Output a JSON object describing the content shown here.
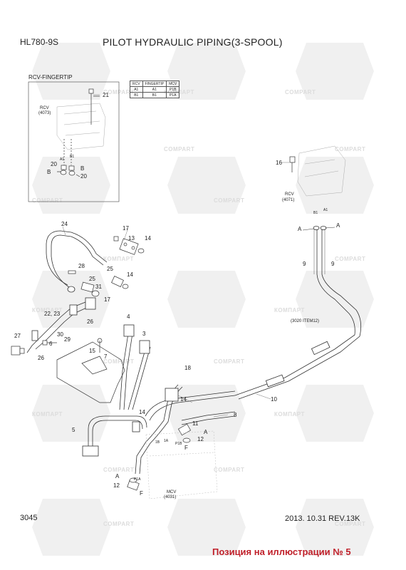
{
  "header": {
    "model": "HL780-9S",
    "title": "PILOT HYDRAULIC PIPING(3-SPOOL)"
  },
  "inset": {
    "label": "RCV-FINGERTIP",
    "rcv_label": "RCV",
    "rcv_code": "(4073)",
    "table": {
      "headers": [
        "RCV",
        "FINGERTIP",
        "MCV"
      ],
      "rows": [
        [
          "A1",
          "A1",
          "P1B"
        ],
        [
          "B1",
          "B1",
          "P1A"
        ]
      ]
    }
  },
  "labels": {
    "rcv_right": "RCV",
    "rcv_right_code": "(4071)",
    "item_note": "(3020 ITEM12)",
    "mcv": "MCV",
    "mcv_code": "(4031)"
  },
  "callouts": {
    "c21": "21",
    "c20a": "20",
    "c20b": "20",
    "cB1": "B",
    "cB2": "B",
    "cA1": "A1",
    "cB1s": "B1",
    "c16": "16",
    "cAleft": "A",
    "cAright": "A",
    "cB1r": "B1",
    "cA1r": "A1",
    "c9a": "9",
    "c9b": "9",
    "c24": "24",
    "c17a": "17",
    "c13": "13",
    "c14a": "14",
    "c28": "28",
    "c25a": "25",
    "c25b": "25",
    "c14b": "14",
    "c31": "31",
    "c17b": "17",
    "c22": "22, 23",
    "c26a": "26",
    "c4": "4",
    "c3": "3",
    "c27": "27",
    "c30": "30",
    "c29": "29",
    "c6": "6",
    "c26b": "26",
    "c15": "15",
    "c7": "7",
    "c18": "18",
    "c10": "10",
    "c14c": "14",
    "c14d": "14",
    "c8": "8",
    "c5": "5",
    "c11": "11",
    "cA2": "A",
    "c12a": "12",
    "cF1": "F",
    "cA3": "A",
    "c12b": "12",
    "cF2": "F",
    "cP1B": "P1B",
    "cP1A": "P1A",
    "c1B": "1B",
    "c1A": "1A"
  },
  "watermark": {
    "brand_latin": "COMPART",
    "brand_cyr": "КОМПАРТ"
  },
  "footer": {
    "page": "3045",
    "date_rev": "2013. 10.31 REV.13K",
    "position_note": "Позиция на иллюстрации № 5"
  }
}
